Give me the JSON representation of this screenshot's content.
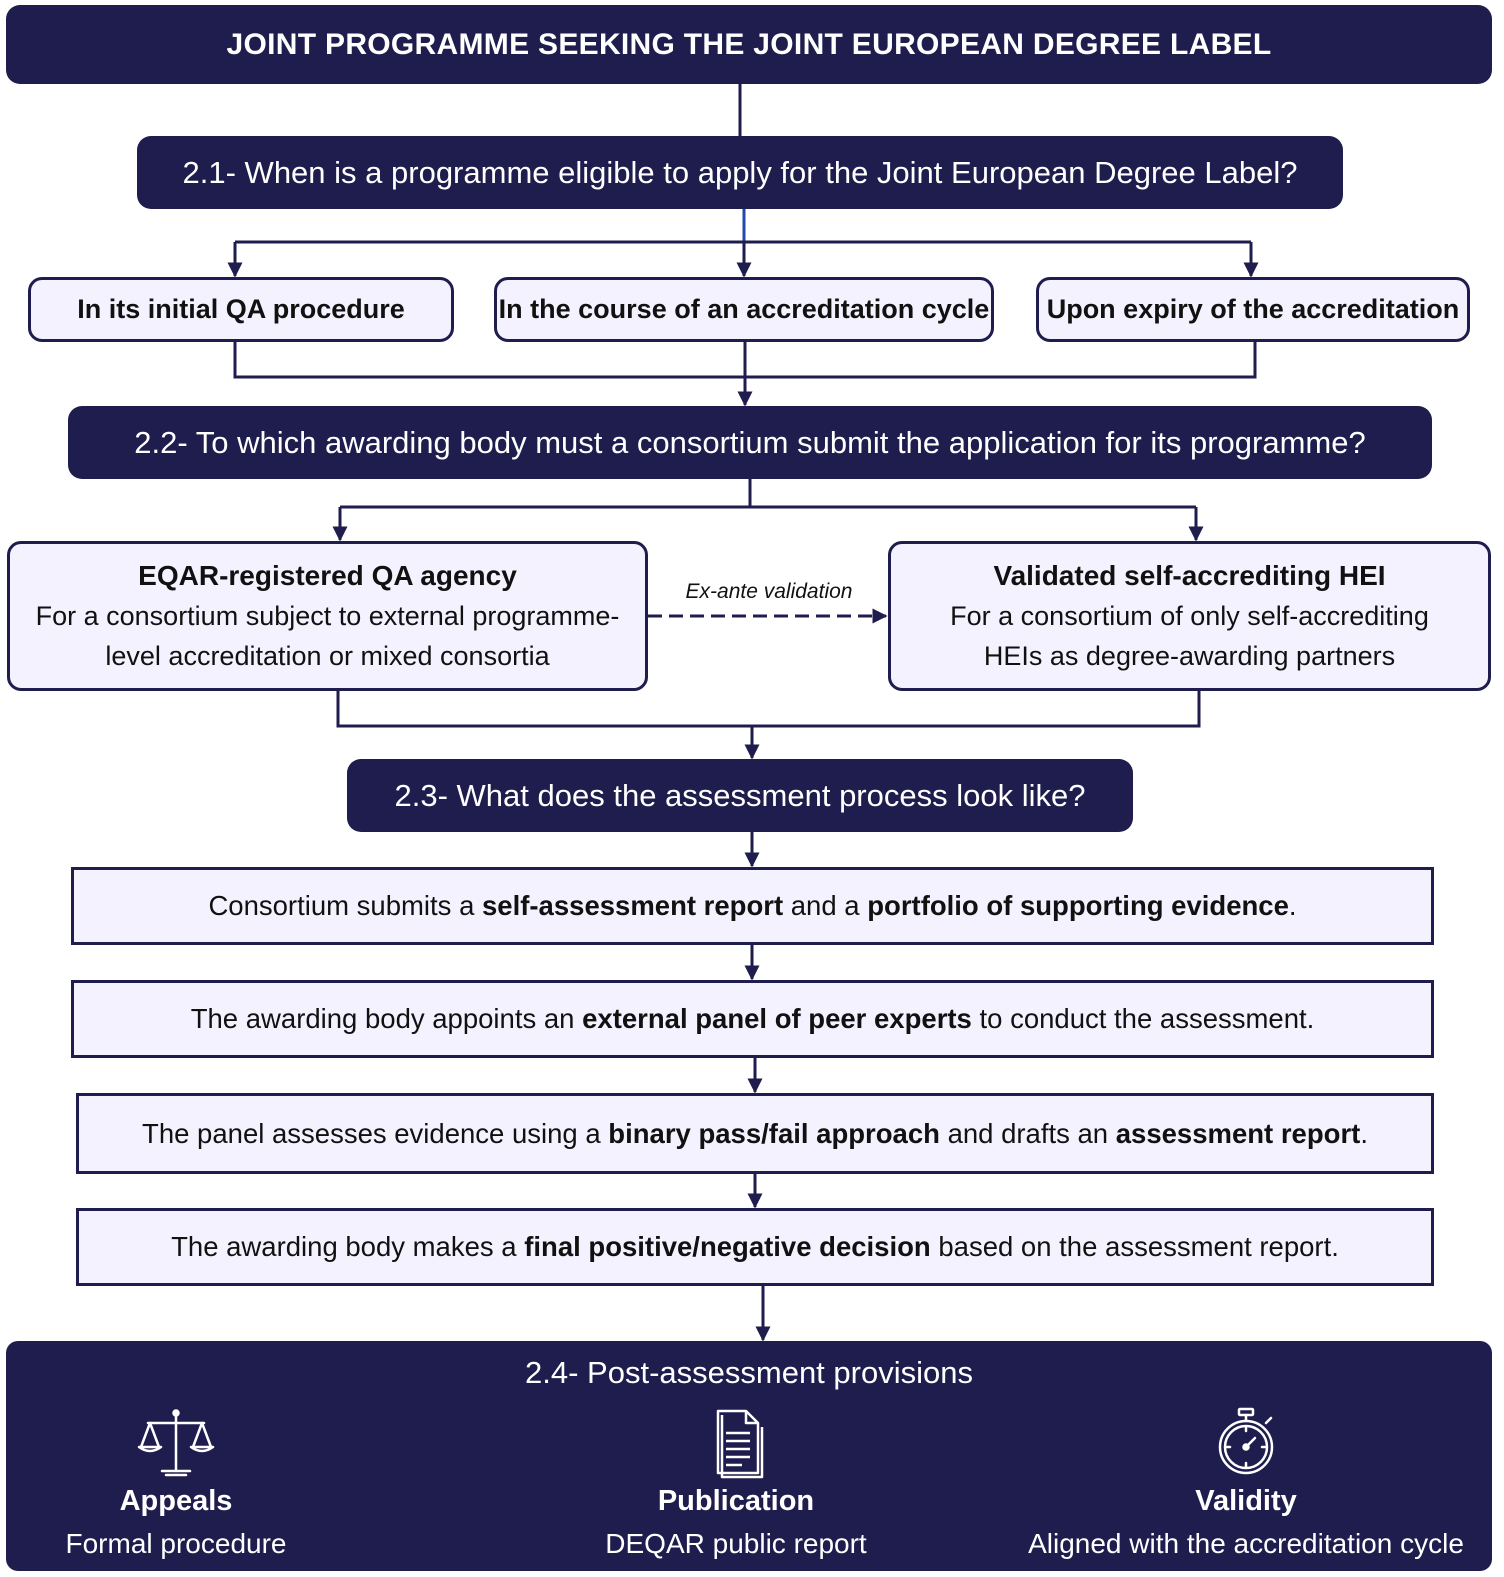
{
  "title": "JOINT PROGRAMME SEEKING THE JOINT EUROPEAN DEGREE LABEL",
  "q1": "2.1- When is a programme eligible to apply for the Joint European Degree Label?",
  "options": [
    "In its initial QA procedure",
    "In the course of an accreditation cycle",
    "Upon expiry of the accreditation"
  ],
  "q2": "2.2- To which awarding body must a consortium submit the application for its programme?",
  "bodies": [
    {
      "title": "EQAR-registered QA agency",
      "line1": "For a consortium subject to external programme-",
      "line2": "level accreditation or mixed consortia"
    },
    {
      "title": "Validated self-accrediting HEI",
      "line1": "For a consortium of only self-accrediting",
      "line2": "HEIs as degree-awarding partners"
    }
  ],
  "exante": "Ex-ante validation",
  "q3": "2.3- What does the assessment process look like?",
  "steps": [
    {
      "a": "Consortium submits a ",
      "b": "self-assessment report",
      "c": " and a ",
      "d": "portfolio of supporting evidence",
      "e": "."
    },
    {
      "a": "The awarding body appoints an ",
      "b": "external panel of peer experts",
      "c": " to conduct the assessment."
    },
    {
      "a": "The panel assesses evidence using a ",
      "b": "binary pass/fail approach",
      "c": " and drafts an ",
      "d": "assessment report",
      "e": "."
    },
    {
      "a": "The awarding body makes a ",
      "b": "final positive/negative decision",
      "c": " based on the assessment report."
    }
  ],
  "post": {
    "title": "2.4- Post-assessment provisions",
    "items": [
      {
        "icon": "scales-icon",
        "name": "Appeals",
        "desc": "Formal procedure"
      },
      {
        "icon": "document-icon",
        "name": "Publication",
        "desc": "DEQAR public report"
      },
      {
        "icon": "stopwatch-icon",
        "name": "Validity",
        "desc": "Aligned with the accreditation cycle"
      }
    ]
  },
  "colors": {
    "navy": "#1f1d4d",
    "box_fill": "#f4f2fe",
    "connector": "#1f1d4d"
  }
}
